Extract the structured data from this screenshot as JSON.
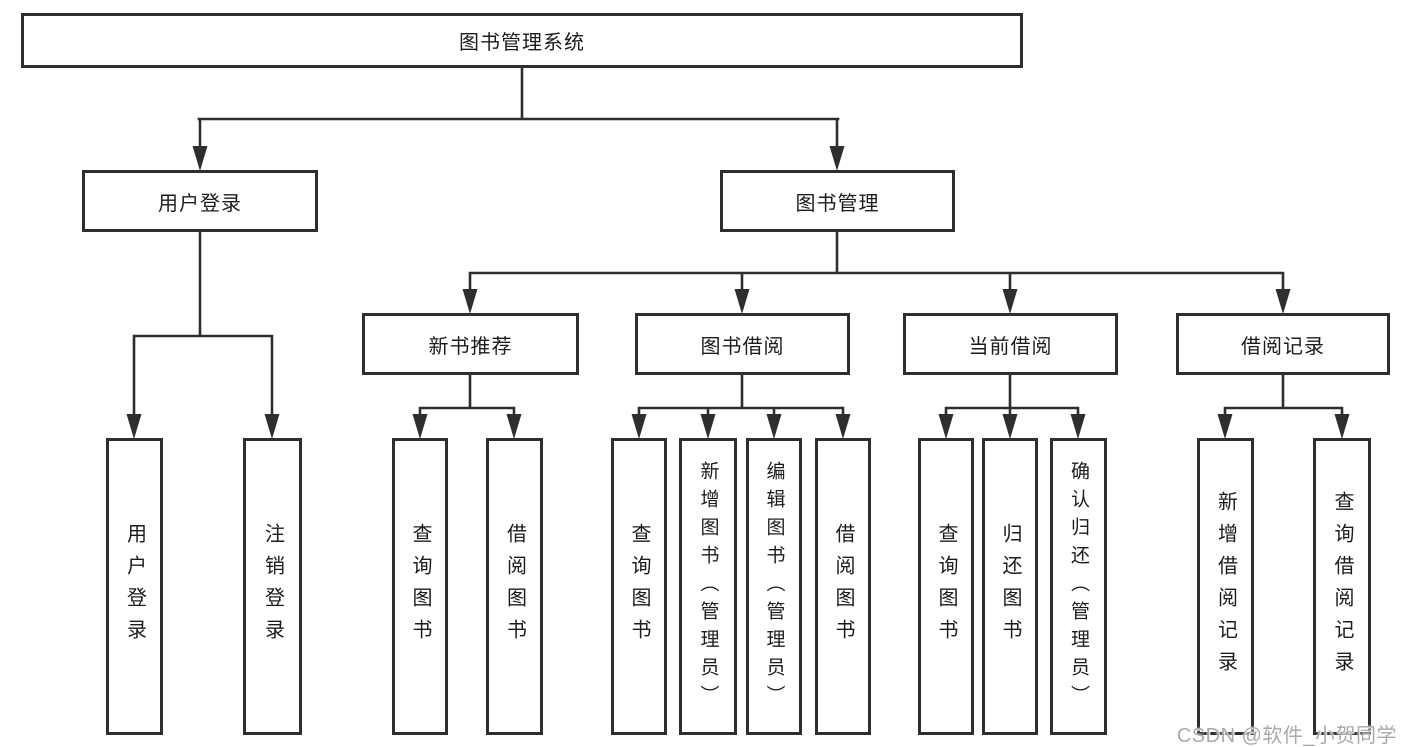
{
  "diagram": {
    "root": {
      "label": "图书管理系统"
    },
    "branches": [
      {
        "label": "用户登录",
        "children": [
          {
            "label": "用户登录"
          },
          {
            "label": "注销登录"
          }
        ]
      },
      {
        "label": "图书管理",
        "children": [
          {
            "label": "新书推荐",
            "children": [
              {
                "label": "查询图书"
              },
              {
                "label": "借阅图书"
              }
            ]
          },
          {
            "label": "图书借阅",
            "children": [
              {
                "label": "查询图书"
              },
              {
                "label": "新增图书（管理员）"
              },
              {
                "label": "编辑图书（管理员）"
              },
              {
                "label": "借阅图书"
              }
            ]
          },
          {
            "label": "当前借阅",
            "children": [
              {
                "label": "查询图书"
              },
              {
                "label": "归还图书"
              },
              {
                "label": "确认归还（管理员）"
              }
            ]
          },
          {
            "label": "借阅记录",
            "children": [
              {
                "label": "新增借阅记录"
              },
              {
                "label": "查询借阅记录"
              }
            ]
          }
        ]
      }
    ],
    "watermark": "CSDN @软件_小贺同学",
    "colors": {
      "line": "#2e2e2e",
      "text": "#1c1c1c",
      "watermark": "#a9a9ad",
      "background": "#ffffff"
    }
  }
}
